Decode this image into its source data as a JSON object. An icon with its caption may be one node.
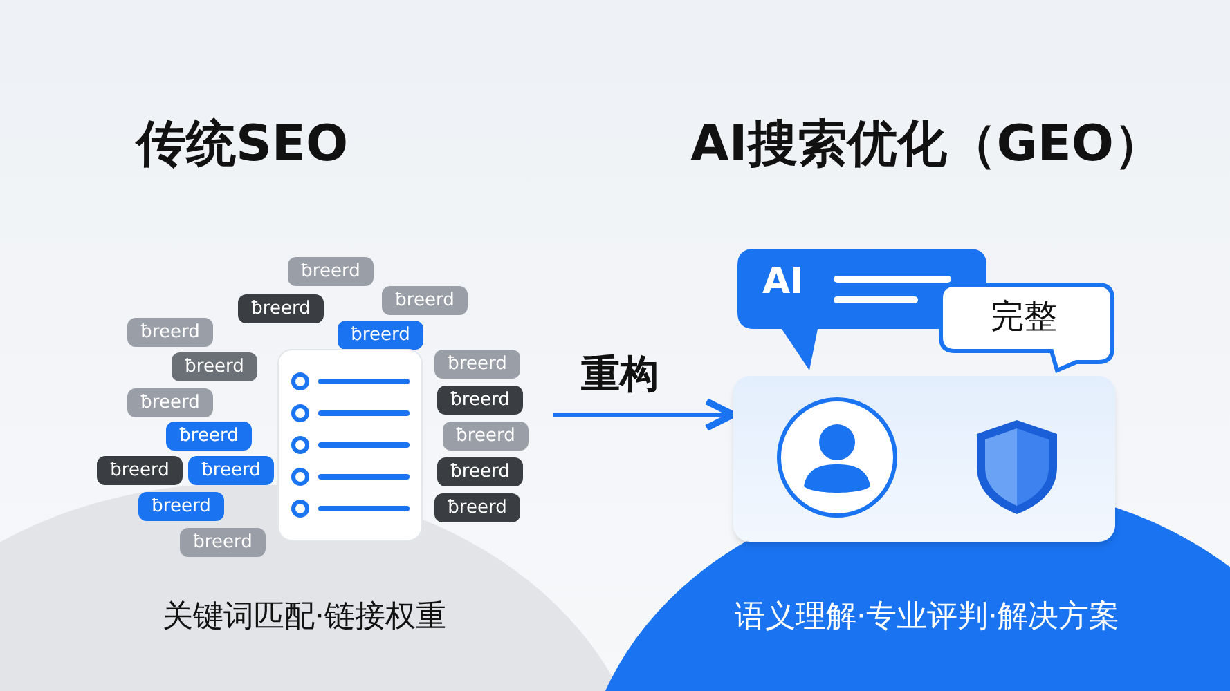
{
  "diagram": {
    "nodes": [
      {
        "text": [
          "ƀreerd"
        ]
      },
      {
        "text": [
          "ƀreerd"
        ]
      },
      {
        "text": [
          "ƀreerd"
        ]
      },
      {
        "text": [
          "ƀreerd"
        ]
      },
      {
        "text": [
          "ƀreerd"
        ]
      },
      {
        "text": [
          "ƀreerd"
        ]
      },
      {
        "text": [
          "ƀreerd"
        ]
      },
      {
        "text": [
          "ƀreerd"
        ]
      },
      {
        "text": [
          "ƀreerd"
        ]
      },
      {
        "text": [
          "ƀreerd"
        ]
      },
      {
        "text": [
          "ƀreerd"
        ]
      },
      {
        "text": [
          "ƀreerd"
        ]
      },
      {
        "text": [
          "ƀreerd"
        ]
      },
      {
        "text": [
          "ƀreerd"
        ]
      },
      {
        "text": [
          "ƀreerd"
        ]
      },
      {
        "text": [
          "ƀreerd"
        ]
      },
      {
        "text": [
          "ƀreerd"
        ]
      },
      {
        "text": [],
        "shape": "box"
      },
      {
        "text": [],
        "shape": "box"
      },
      {
        "text": [
          "AI"
        ]
      },
      {
        "text": [
          "完整"
        ]
      }
    ],
    "edges": [
      {
        "from": null,
        "to": 18,
        "arrow": "to",
        "label": "重构"
      }
    ],
    "labels": [
      "传统SEO",
      "AI搜索优化（GEO）",
      "关键词匹配·链接权重",
      "语义理解·专业评判·解决方案"
    ]
  }
}
